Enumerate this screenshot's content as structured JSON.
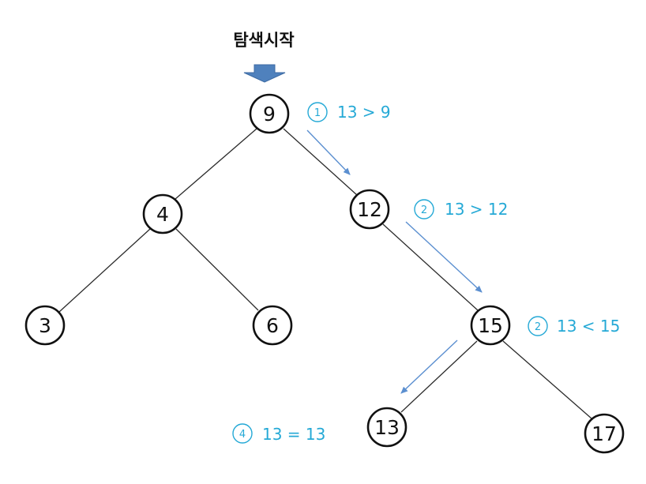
{
  "start": {
    "label": "탐색시작"
  },
  "tree": {
    "nodes": [
      {
        "id": "n9",
        "label": "9"
      },
      {
        "id": "n4",
        "label": "4"
      },
      {
        "id": "n12",
        "label": "12"
      },
      {
        "id": "n3",
        "label": "3"
      },
      {
        "id": "n6",
        "label": "6"
      },
      {
        "id": "n15",
        "label": "15"
      },
      {
        "id": "n13",
        "label": "13"
      },
      {
        "id": "n17",
        "label": "17"
      }
    ],
    "edges": [
      {
        "from": "9",
        "to": "4"
      },
      {
        "from": "9",
        "to": "12"
      },
      {
        "from": "4",
        "to": "3"
      },
      {
        "from": "4",
        "to": "6"
      },
      {
        "from": "12",
        "to": "15"
      },
      {
        "from": "15",
        "to": "13"
      },
      {
        "from": "15",
        "to": "17"
      }
    ]
  },
  "steps": [
    {
      "number": "1",
      "text": "13 > 9"
    },
    {
      "number": "2",
      "text": "13 > 12"
    },
    {
      "number": "2",
      "text": "13 < 15"
    },
    {
      "number": "4",
      "text": "13 = 13"
    }
  ],
  "colors": {
    "start_arrow": "#4f81bd",
    "step_text": "#25a9d6",
    "step_arrow": "#5b8fd0",
    "node_stroke": "#111111",
    "edge": "#2b2b2b"
  }
}
